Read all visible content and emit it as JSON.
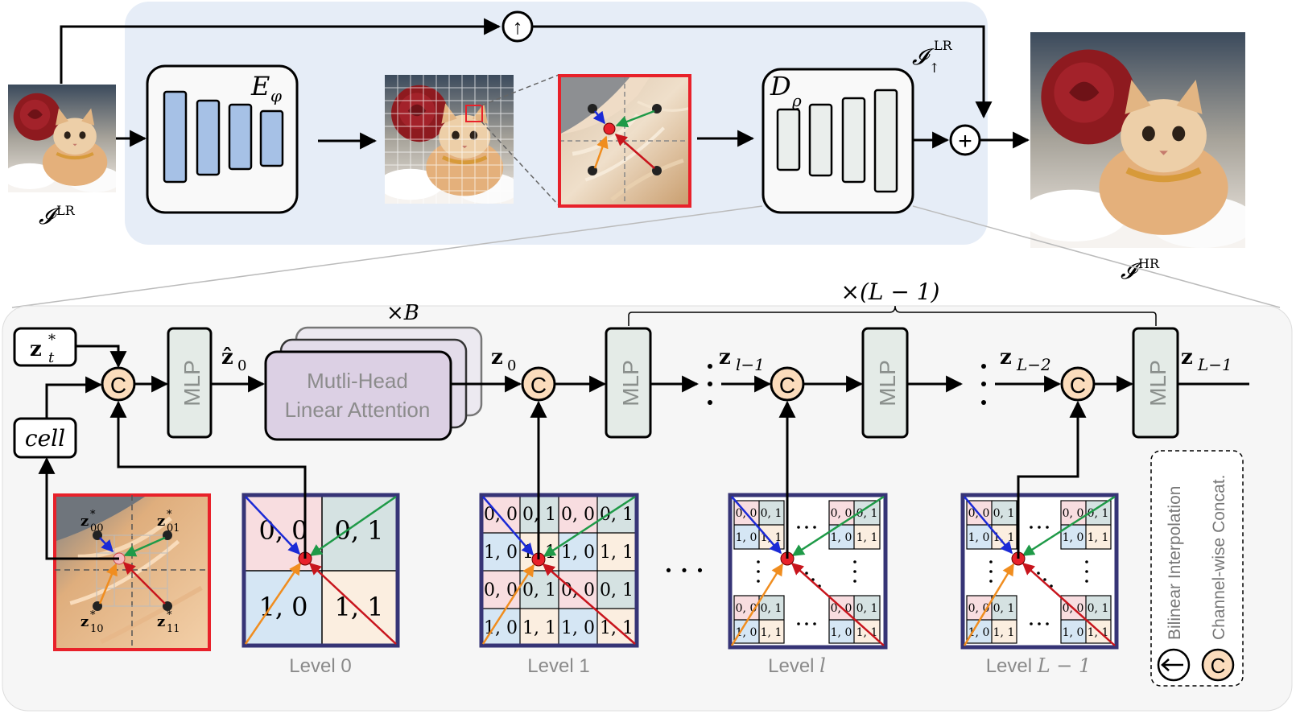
{
  "top": {
    "lr_label": "𝓘",
    "lr_sup": "LR",
    "hr_label": "𝓘",
    "hr_sup": "HR",
    "up_label": "𝓘",
    "up_sup": "LR",
    "up_sub": "↑",
    "encoder_label": "E",
    "encoder_sub": "φ",
    "decoder_label": "D",
    "decoder_sub": "ϱ",
    "upsample_symbol": "↑",
    "add_symbol": "+"
  },
  "bottom": {
    "z_t_label": "z",
    "z_t_sup": "*",
    "z_t_sub": "t",
    "cell_label": "cell",
    "concat_symbol": "C",
    "mlp_label": "MLP",
    "z0hat_label": "ẑ",
    "z0hat_sub": "0",
    "repeat_b": "×B",
    "attention_line1": "Mutli-Head",
    "attention_line2": "Linear Attention",
    "z0_label": "z",
    "z0_sub": "0",
    "repeat_l": "×(L − 1)",
    "zl1_label": "z",
    "zl1_sub": "l−1",
    "zL2_label": "z",
    "zL2_sub": "L−2",
    "zL1_label": "z",
    "zL1_sub": "L−1",
    "neighbors": {
      "z00": "00",
      "z01": "01",
      "z10": "10",
      "z11": "11",
      "star": "*",
      "z": "z"
    },
    "level0_cells": [
      "0, 0",
      "0, 1",
      "1, 0",
      "1, 1"
    ],
    "level1_cells": [
      "0, 0",
      "0, 1",
      "0, 0",
      "0, 1",
      "1, 0",
      "1, 1",
      "1, 0",
      "1, 1",
      "0, 0",
      "0, 1",
      "0, 0",
      "0, 1",
      "1, 0",
      "1, 1",
      "1, 0",
      "1, 1"
    ],
    "small_cells": [
      "0, 0",
      "0, 1",
      "1, 0",
      "1, 1"
    ],
    "ellipsis": "· · ·",
    "levels": [
      "Level 0",
      "Level 1",
      "Level ",
      "Level "
    ],
    "level_vars": [
      "",
      "",
      "l",
      "L − 1"
    ],
    "legend_bilinear": "Bilinear Interpolation",
    "legend_concat": "Channel-wise Concat."
  },
  "colors": {
    "panel_blue": "#e6edf7",
    "panel_gray": "#f6f6f6",
    "bar_blue": "#a6c1e6",
    "bar_gray": "#eaeeec",
    "mlp_fill": "#e4ebe7",
    "attn_fill": "#dcd0e4",
    "concat_fill": "#fbdcbc",
    "cell_pink": "#f8dde0",
    "cell_teal": "#d5e2e2",
    "cell_blue": "#d5e6f4",
    "cell_peach": "#fbeee0",
    "grid_border": "#363476",
    "red": "#e8212a",
    "arrow_blue": "#1b2ad6",
    "arrow_green": "#1f9a48",
    "arrow_orange": "#f08d1f",
    "arrow_red": "#c8151d"
  }
}
